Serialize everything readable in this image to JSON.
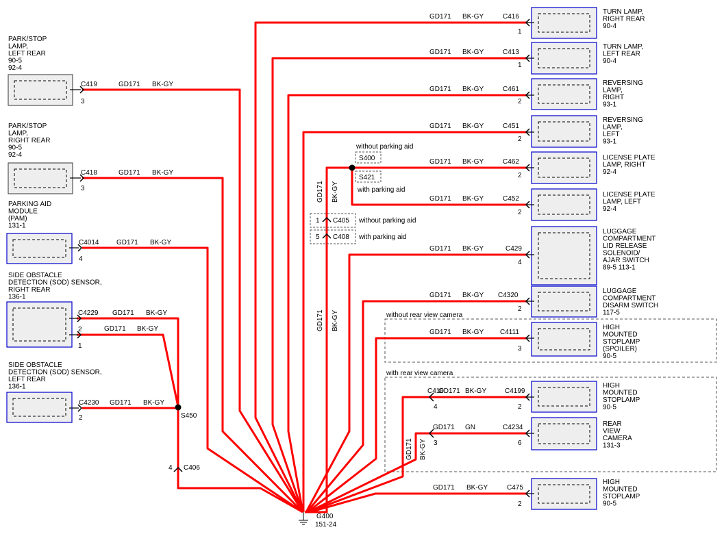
{
  "left_components": [
    {
      "lines": [
        "PARK/STOP",
        "LAMP,",
        "LEFT REAR",
        "90-5",
        "92-4"
      ],
      "connector": "C419",
      "pin": "3",
      "wire_code": "GD171",
      "wire_color": "BK-GY"
    },
    {
      "lines": [
        "PARK/STOP",
        "LAMP,",
        "RIGHT REAR",
        "90-5",
        "92-4"
      ],
      "connector": "C418",
      "pin": "3",
      "wire_code": "GD171",
      "wire_color": "BK-GY"
    },
    {
      "lines": [
        "PARKING AID",
        "MODULE",
        "(PAM)",
        "131-1"
      ],
      "connector": "C4014",
      "pin": "4",
      "wire_code": "GD171",
      "wire_color": "BK-GY"
    },
    {
      "lines": [
        "SIDE OBSTACLE",
        "DETECTION (SOD) SENSOR,",
        "RIGHT REAR",
        "136-1"
      ],
      "connector": "C4229",
      "pin": "2",
      "pin2": "1",
      "wire_code": "GD171",
      "wire_color": "BK-GY",
      "wire2_code": "GD171",
      "wire2_color": "BK-GY"
    },
    {
      "lines": [
        "SIDE OBSTACLE",
        "DETECTION (SOD) SENSOR,",
        "LEFT REAR",
        "136-1"
      ],
      "connector": "C4230",
      "pin": "2",
      "wire_code": "GD171",
      "wire_color": "BK-GY"
    }
  ],
  "right_components": [
    {
      "lines": [
        "TURN LAMP,",
        "RIGHT REAR",
        "90-4"
      ],
      "connector": "C416",
      "pin": "1",
      "wire_code": "GD171",
      "wire_color": "BK-GY"
    },
    {
      "lines": [
        "TURN LAMP,",
        "LEFT REAR",
        "90-4"
      ],
      "connector": "C413",
      "pin": "1",
      "wire_code": "GD171",
      "wire_color": "BK-GY"
    },
    {
      "lines": [
        "REVERSING",
        "LAMP,",
        "RIGHT",
        "93-1"
      ],
      "connector": "C461",
      "pin": "2",
      "wire_code": "GD171",
      "wire_color": "BK-GY"
    },
    {
      "lines": [
        "REVERSING",
        "LAMP,",
        "LEFT",
        "93-1"
      ],
      "connector": "C451",
      "pin": "2",
      "wire_code": "GD171",
      "wire_color": "BK-GY"
    },
    {
      "lines": [
        "LICENSE PLATE",
        "LAMP, RIGHT",
        "92-4"
      ],
      "connector": "C462",
      "pin": "2",
      "wire_code": "GD171",
      "wire_color": "BK-GY"
    },
    {
      "lines": [
        "LICENSE PLATE",
        "LAMP, LEFT",
        "92-4"
      ],
      "connector": "C452",
      "pin": "2",
      "wire_code": "GD171",
      "wire_color": "BK-GY"
    },
    {
      "lines": [
        "LUGGAGE",
        "COMPARTMENT",
        "LID RELEASE",
        "SOLENOID/",
        "AJAR SWITCH",
        "89-5    113-1"
      ],
      "connector": "C429",
      "pin": "4",
      "wire_code": "GD171",
      "wire_color": "BK-GY"
    },
    {
      "lines": [
        "LUGGAGE",
        "COMPARTMENT",
        "DISARM SWITCH",
        "117-5"
      ],
      "connector": "C4320",
      "pin": "2",
      "wire_code": "GD171",
      "wire_color": "BK-GY"
    },
    {
      "lines": [
        "HIGH",
        "MOUNTED",
        "STOPLAMP",
        "(SPOILER)",
        "90-5"
      ],
      "connector": "C4111",
      "pin": "3",
      "wire_code": "GD171",
      "wire_color": "BK-GY"
    },
    {
      "lines": [
        "HIGH",
        "MOUNTED",
        "STOPLAMP",
        "90-5"
      ],
      "connector": "C4199",
      "pin": "2",
      "wire_code": "GD171",
      "wire_color": "BK-GY"
    },
    {
      "lines": [
        "REAR",
        "VIEW",
        "CAMERA",
        "131-3"
      ],
      "connector": "C4234",
      "pin": "6",
      "wire_code": "GD171",
      "wire_color": "GN"
    },
    {
      "lines": [
        "HIGH",
        "MOUNTED",
        "STOPLAMP",
        "90-5"
      ],
      "connector": "C475",
      "pin": "2",
      "wire_code": "GD171",
      "wire_color": "BK-GY"
    }
  ],
  "splices": {
    "s400": "S400",
    "s421": "S421",
    "s450": "S450",
    "without_parking_aid": "without parking aid",
    "with_parking_aid": "with parking aid"
  },
  "inline_connectors": {
    "c405": "C405",
    "c405_pin": "1",
    "c408": "C408",
    "c408_pin": "5",
    "c405_label": "without parking aid",
    "c408_label": "with parking aid",
    "c406": "C406",
    "c406_pin": "4",
    "c410": "C410",
    "c410_pin_a": "4",
    "c410_pin_b": "3"
  },
  "vertical_wires": {
    "upper_code": "GD171",
    "upper_color": "BK-GY",
    "lower_code": "GD171",
    "lower_color": "BK-GY",
    "camera_code": "GD171",
    "camera_color": "BK-GY"
  },
  "groups": {
    "without_camera": "without rear view camera",
    "with_camera": "with rear view camera"
  },
  "ground": {
    "label": "G400",
    "ref": "151-24"
  },
  "colors": {
    "wire": "#ff0000",
    "box_border": "#0000cc",
    "box_fill": "#eeeeee"
  }
}
